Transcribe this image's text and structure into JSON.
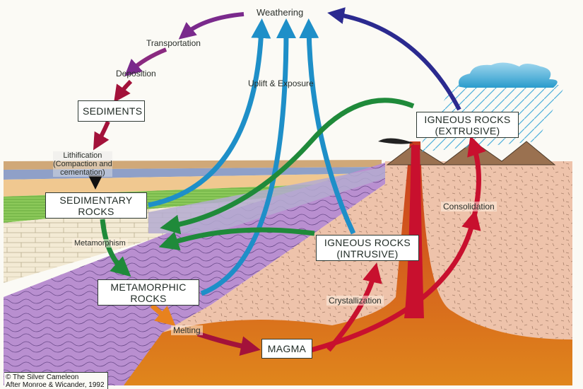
{
  "title": "Rock Cycle",
  "boxes": {
    "sediments": "SEDIMENTS",
    "sedimentary_1": "SEDIMENTARY",
    "sedimentary_2": "ROCKS",
    "metamorphic_1": "METAMORPHIC",
    "metamorphic_2": "ROCKS",
    "magma": "MAGMA",
    "intrusive_1": "IGNEOUS ROCKS",
    "intrusive_2": "(INTRUSIVE)",
    "extrusive_1": "IGNEOUS ROCKS",
    "extrusive_2": "(EXTRUSIVE)"
  },
  "processes": {
    "weathering": "Weathering",
    "transportation": "Transportation",
    "deposition": "Deposition",
    "lithification_1": "Lithification",
    "lithification_2": "(Compaction and",
    "lithification_3": "cementation)",
    "uplift": "Uplift & Exposure",
    "metamorphism": "Metamorphism",
    "melting": "Melting",
    "crystallization": "Crystallization",
    "consolidation": "Consolidation"
  },
  "credit": {
    "line1": "© The Silver Cameleon",
    "line2": "After Monroe & Wicander, 1992"
  },
  "colors": {
    "weathering_arrow": "#7a2a8c",
    "uplift_arrow": "#1e8fc8",
    "metamorphism_arrow": "#1f8a3a",
    "magma_arrow": "#c8102e",
    "melting_arrow": "#e8821e",
    "extrusive_to_weathering": "#2b2a8f",
    "metamorphic_rock": "#b98fd0",
    "igneous_rock": "#eec0a8",
    "magma": "#d9581c"
  }
}
